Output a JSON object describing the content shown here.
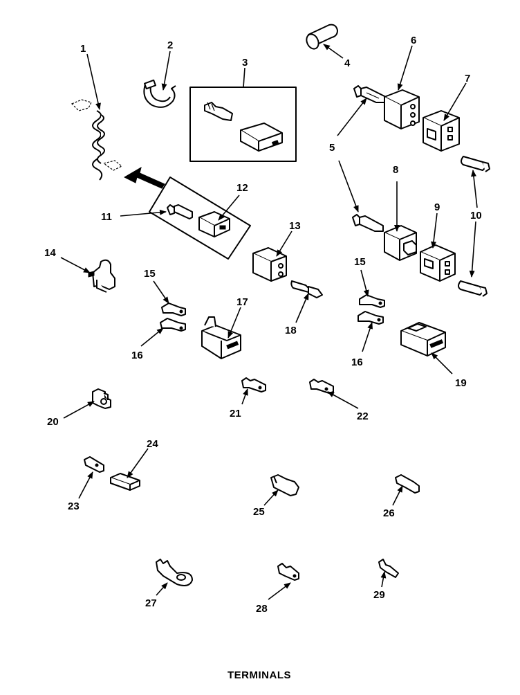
{
  "title": "TERMINALS",
  "callouts": [
    "1",
    "2",
    "3",
    "4",
    "5",
    "6",
    "7",
    "8",
    "9",
    "10",
    "11",
    "12",
    "13",
    "14",
    "15",
    "16",
    "17",
    "18",
    "19",
    "20",
    "21",
    "22",
    "23",
    "24",
    "25",
    "26",
    "27",
    "28",
    "29"
  ],
  "callouts_repeat": {
    "five_b": "5",
    "fifteen_b": "15",
    "sixteen_b": "16",
    "ten_b": "10"
  }
}
